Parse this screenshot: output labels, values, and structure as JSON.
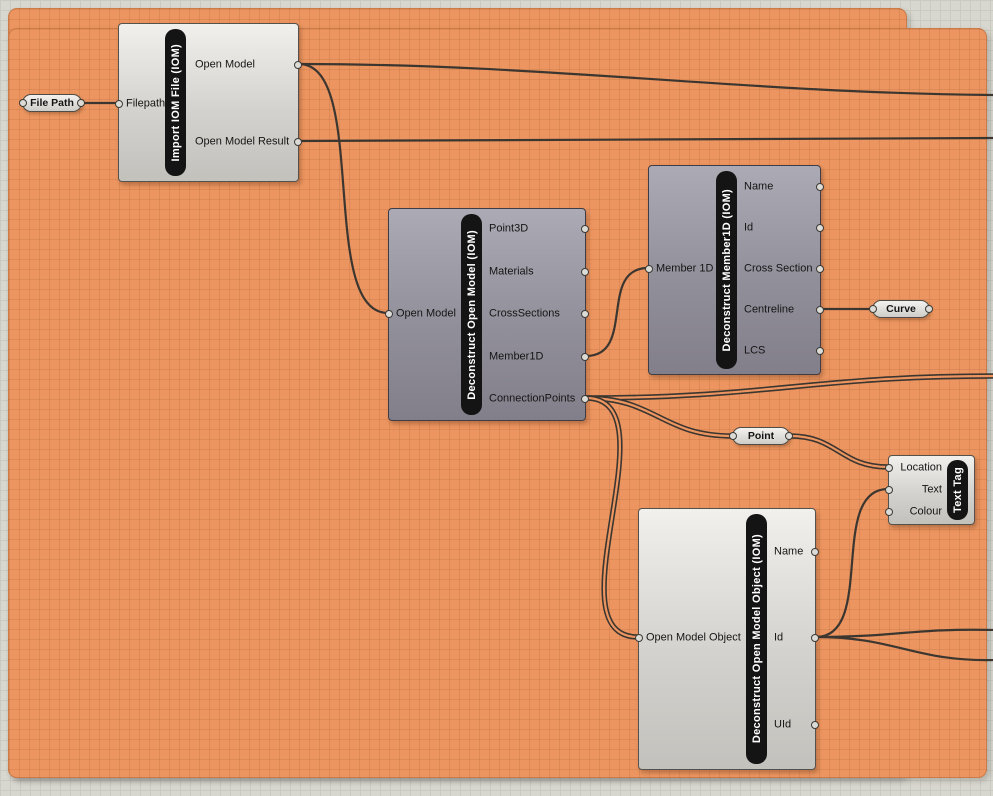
{
  "app": "Grasshopper canvas",
  "group": {
    "color": "#EC9560"
  },
  "components": {
    "import_iom": {
      "title": "Import IOM File (IOM)",
      "inputs": [
        {
          "label": "Filepath"
        }
      ],
      "outputs": [
        {
          "label": "Open Model"
        },
        {
          "label": "Open Model Result"
        }
      ]
    },
    "deconstruct_open_model": {
      "title": "Deconstruct Open Model (IOM)",
      "inputs": [
        {
          "label": "Open Model"
        }
      ],
      "outputs": [
        {
          "label": "Point3D"
        },
        {
          "label": "Materials"
        },
        {
          "label": "CrossSections"
        },
        {
          "label": "Member1D"
        },
        {
          "label": "ConnectionPoints"
        }
      ]
    },
    "deconstruct_member1d": {
      "title": "Deconstruct Member1D (IOM)",
      "inputs": [
        {
          "label": "Member 1D"
        }
      ],
      "outputs": [
        {
          "label": "Name"
        },
        {
          "label": "Id"
        },
        {
          "label": "Cross Section"
        },
        {
          "label": "Centreline"
        },
        {
          "label": "LCS"
        }
      ]
    },
    "deconstruct_open_model_object": {
      "title": "Deconstruct Open Model Object (IOM)",
      "inputs": [
        {
          "label": "Open Model Object"
        }
      ],
      "outputs": [
        {
          "label": "Name"
        },
        {
          "label": "Id"
        },
        {
          "label": "UId"
        }
      ]
    },
    "text_tag": {
      "title": "Text Tag",
      "inputs": [
        {
          "label": "Location"
        },
        {
          "label": "Text"
        },
        {
          "label": "Colour"
        }
      ]
    }
  },
  "pills": {
    "file_path": {
      "label": "File Path"
    },
    "curve": {
      "label": "Curve"
    },
    "point": {
      "label": "Point"
    }
  },
  "wires": [
    {
      "from": "File Path",
      "to": "Import IOM File (IOM).Filepath"
    },
    {
      "from": "Import IOM File (IOM).Open Model",
      "to": "off-canvas-right"
    },
    {
      "from": "Import IOM File (IOM).Open Model",
      "to": "Deconstruct Open Model (IOM).Open Model"
    },
    {
      "from": "Import IOM File (IOM).Open Model Result",
      "to": "off-canvas-right"
    },
    {
      "from": "Deconstruct Open Model (IOM).Member1D",
      "to": "Deconstruct Member1D (IOM).Member 1D"
    },
    {
      "from": "Deconstruct Member1D (IOM).Centreline",
      "to": "Curve"
    },
    {
      "from": "Deconstruct Open Model (IOM).ConnectionPoints",
      "to": "off-canvas-right"
    },
    {
      "from": "Deconstruct Open Model (IOM).ConnectionPoints",
      "to": "Point"
    },
    {
      "from": "Deconstruct Open Model (IOM).ConnectionPoints",
      "to": "Deconstruct Open Model Object (IOM).Open Model Object"
    },
    {
      "from": "Point",
      "to": "Text Tag.Location"
    },
    {
      "from": "Deconstruct Open Model Object (IOM).Id",
      "to": "Text Tag.Text"
    },
    {
      "from": "Deconstruct Open Model Object (IOM).Id",
      "to": "off-canvas-right"
    },
    {
      "from": "Deconstruct Open Model Object (IOM).Id",
      "to": "off-canvas-right"
    }
  ]
}
